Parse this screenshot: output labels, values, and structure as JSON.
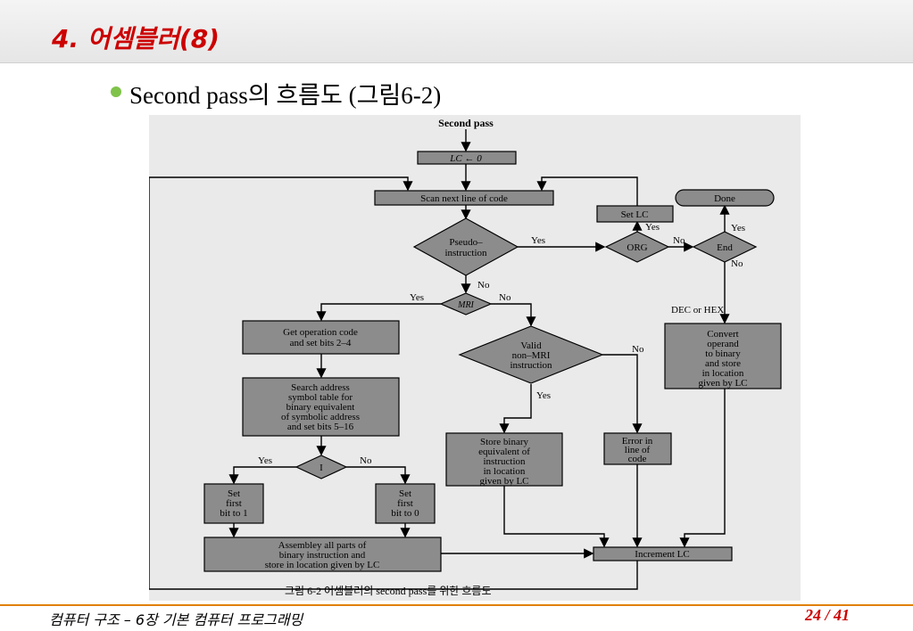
{
  "slide": {
    "title": "4. 어셈블러(8)",
    "bullet": "Second pass의 흐름도 (그림6-2)",
    "footer_left": "컴퓨터 구조 – 6장 기본 컴퓨터 프로그래밍",
    "page": "24 / 41"
  },
  "flowchart": {
    "start": "Second pass",
    "lc_init": "LC ← 0",
    "scan": "Scan next line of code",
    "done": "Done",
    "set_lc": "Set LC",
    "pseudo": [
      "Pseudo–",
      "instruction"
    ],
    "org": "ORG",
    "end": "End",
    "mri": "MRI",
    "get_op": [
      "Get operation code",
      "and set bits 2–4"
    ],
    "search": [
      "Search address",
      "symbol table for",
      "binary equivalent",
      "of symbolic address",
      "and set bits 5–16"
    ],
    "indirect": "I",
    "set_first_1": [
      "Set",
      "first",
      "bit to 1"
    ],
    "set_first_0": [
      "Set",
      "first",
      "bit to 0"
    ],
    "assemble": [
      "Assembley all parts of",
      "binary instruction and",
      "store in location given by LC"
    ],
    "valid": [
      "Valid",
      "non–MRI",
      "instruction"
    ],
    "store_binary": [
      "Store binary",
      "equivalent of",
      "instruction",
      "in location",
      "given by LC"
    ],
    "error": [
      "Error in",
      "line of",
      "code"
    ],
    "convert": [
      "Convert",
      "operand",
      "to binary",
      "and store",
      "in location",
      "given by LC"
    ],
    "dec_hex": "DEC or HEX",
    "increment": "Increment LC",
    "yes": "Yes",
    "no": "No",
    "caption": "그림 6-2   어셈블러의 second pass를 위한 흐름도"
  }
}
